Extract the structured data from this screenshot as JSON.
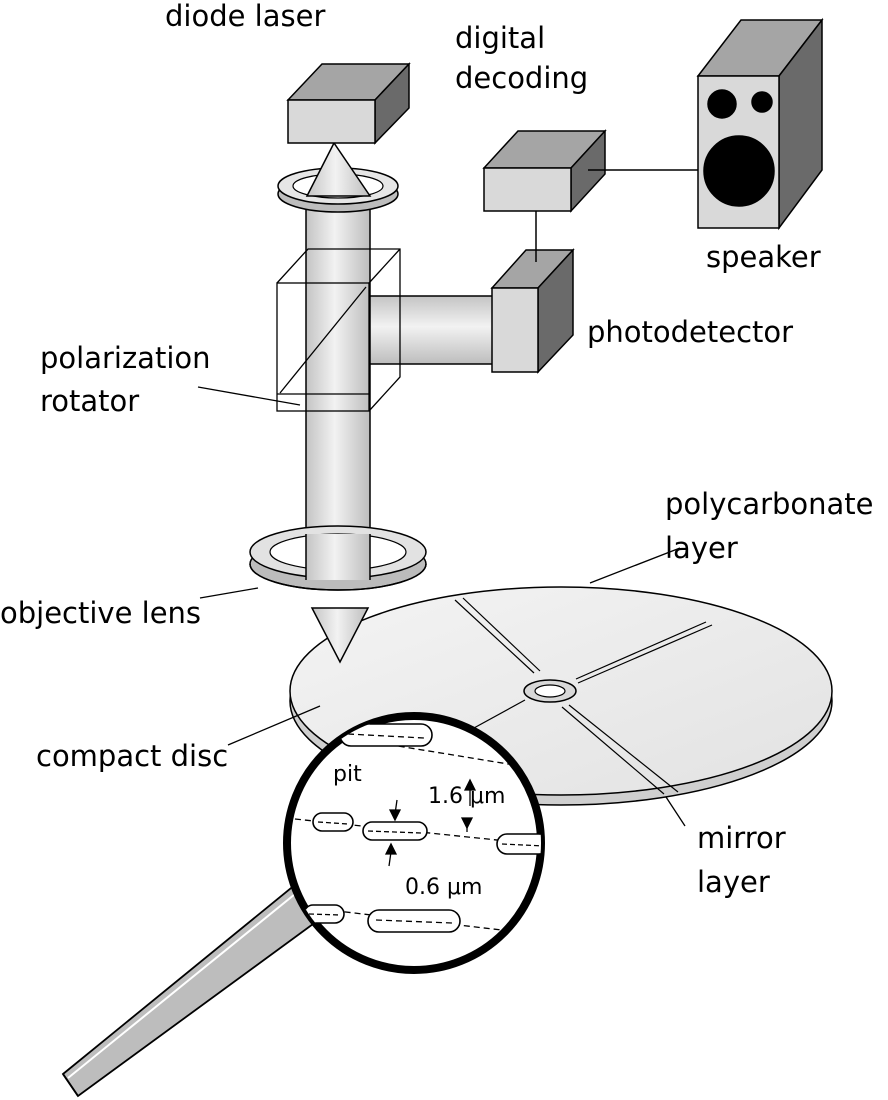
{
  "labels": {
    "diode_laser": "diode laser",
    "digital_decoding_1": "digital",
    "digital_decoding_2": "decoding",
    "speaker": "speaker",
    "photodetector": "photodetector",
    "polarization_rotator_1": "polarization",
    "polarization_rotator_2": "rotator",
    "polycarbonate_layer_1": "polycarbonate",
    "polycarbonate_layer_2": "layer",
    "objective_lens": "objective lens",
    "compact_disc": "compact disc",
    "pit": "pit",
    "track_pitch": "1.6  μm",
    "pit_width": "0.6  μm",
    "mirror_layer_1": "mirror",
    "mirror_layer_2": "layer"
  }
}
